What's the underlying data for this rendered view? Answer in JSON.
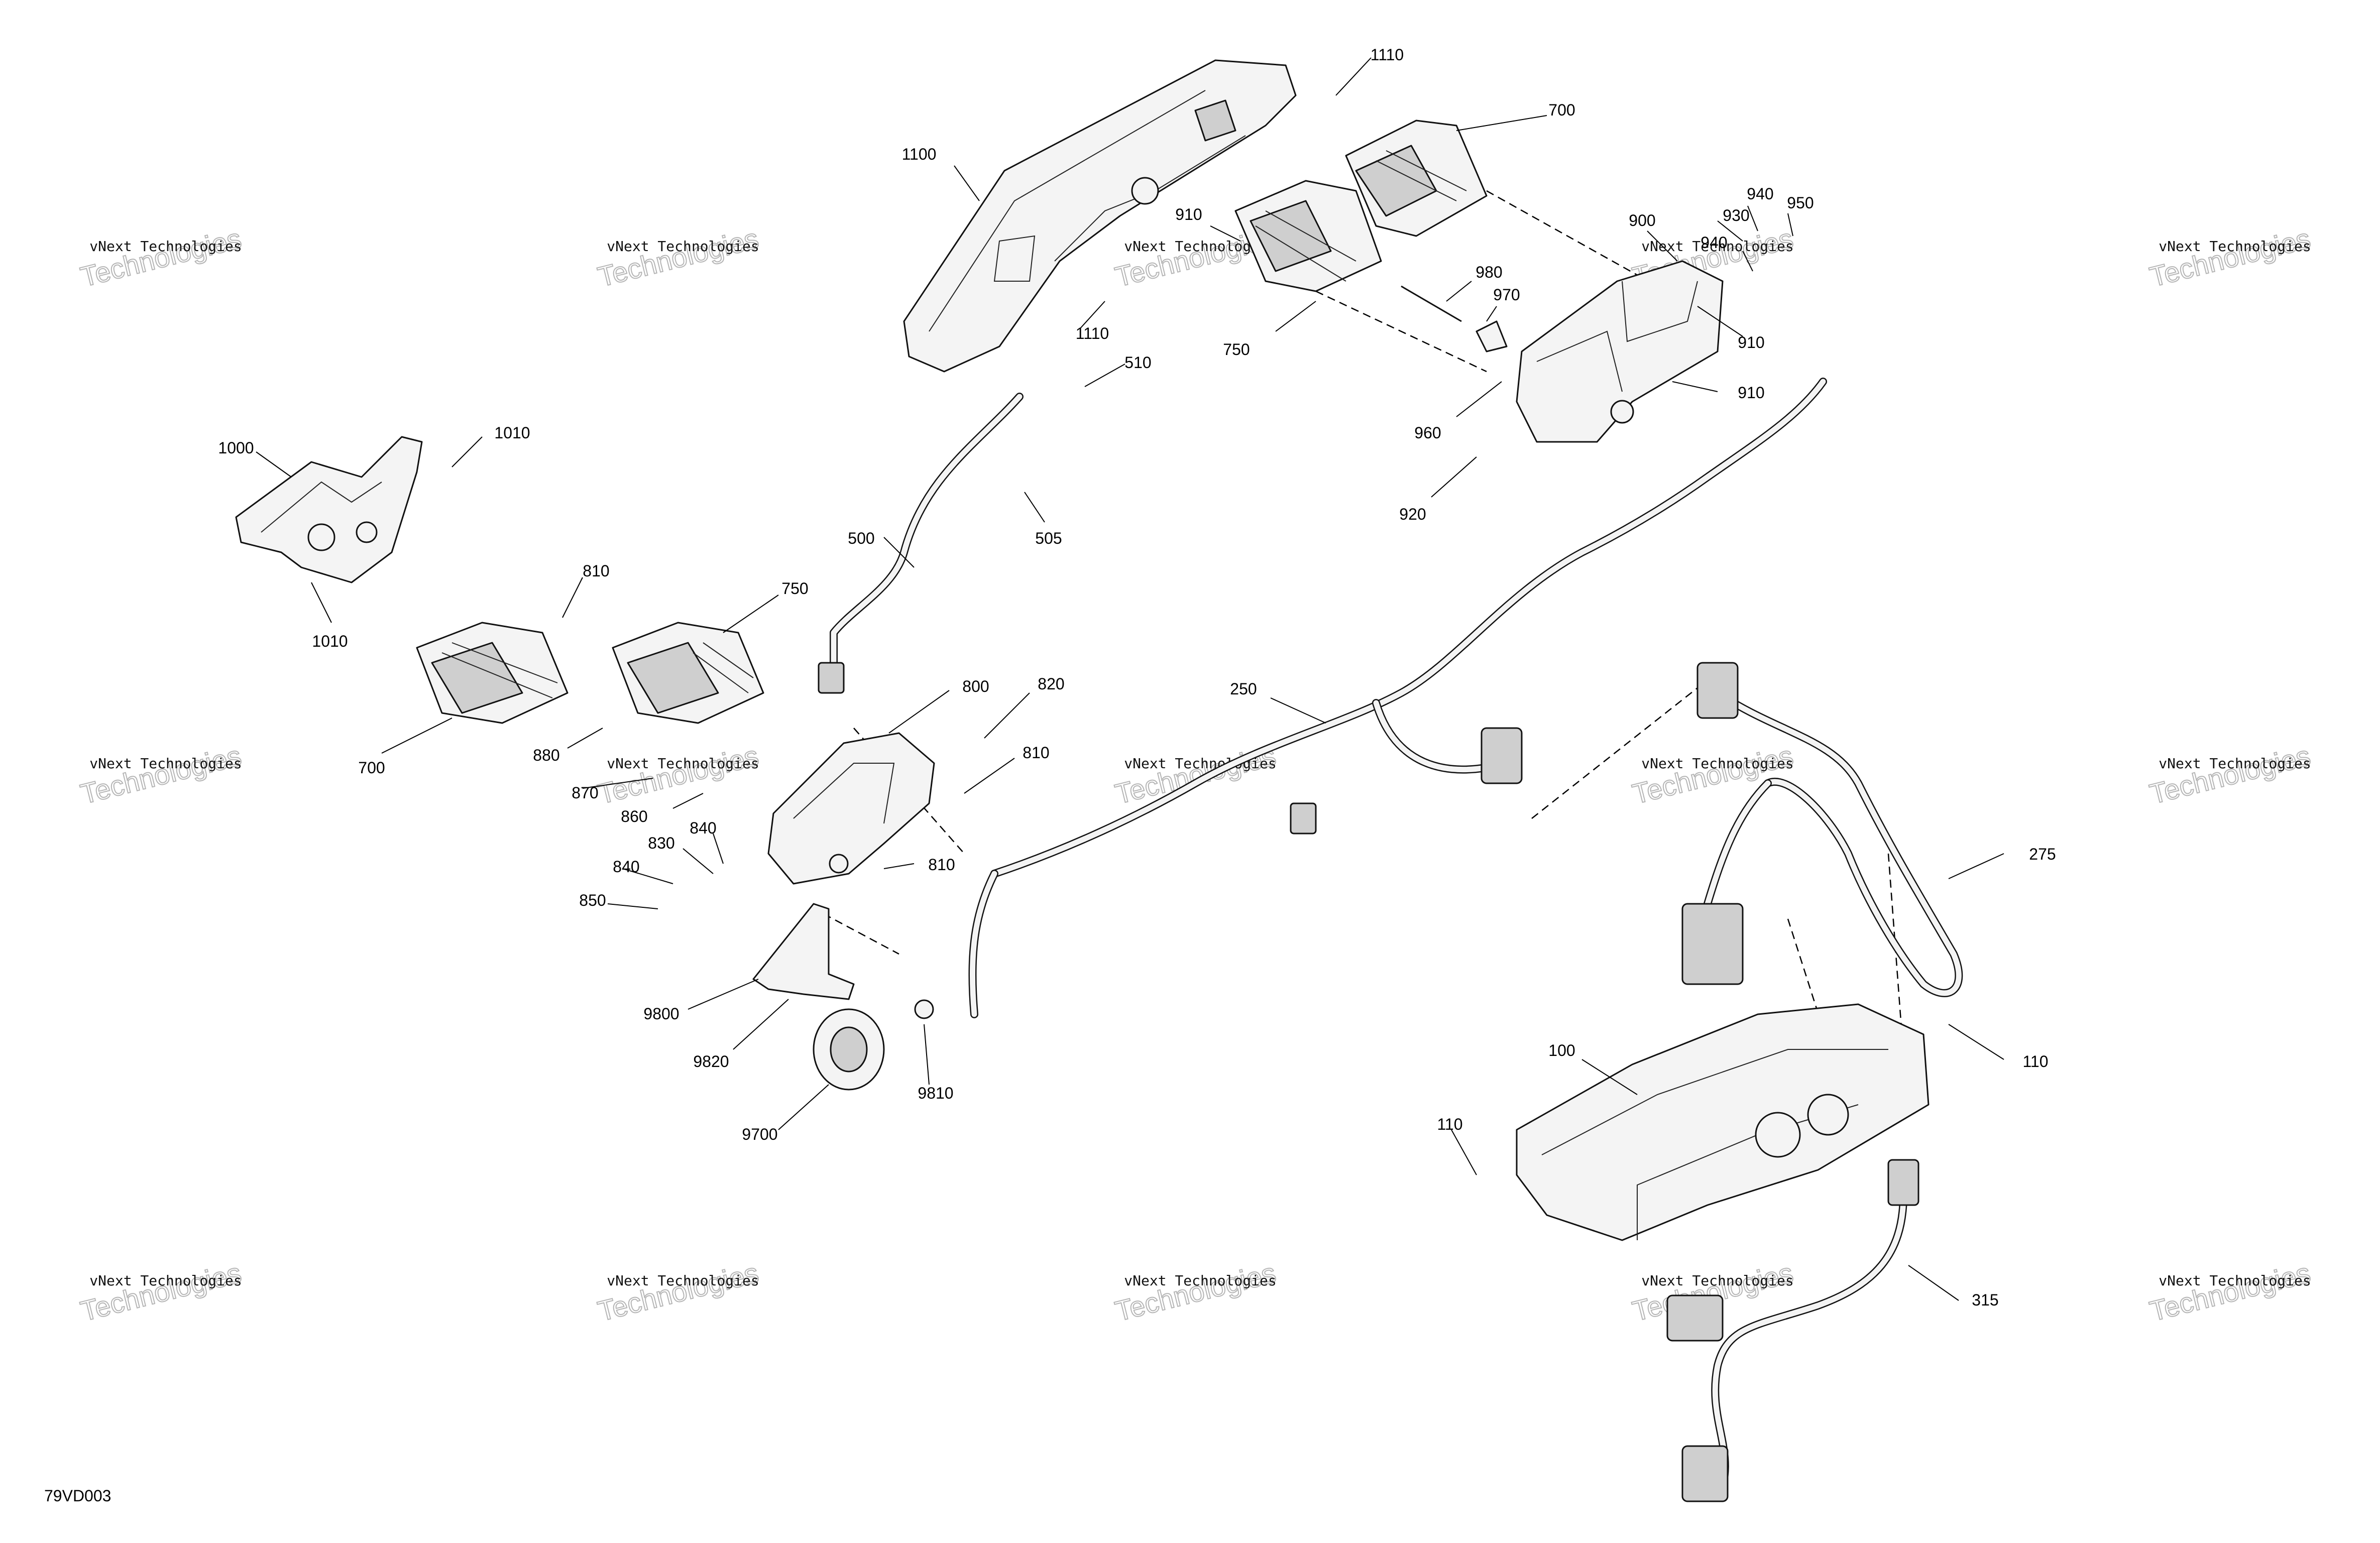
{
  "diagram": {
    "drawing_code": "79VD003",
    "watermark": {
      "line1": "vNext Technologies",
      "line2": "Technologies"
    },
    "callouts": [
      "1100",
      "1110",
      "1110",
      "700",
      "910",
      "940",
      "930",
      "950",
      "940",
      "900",
      "980",
      "970",
      "750",
      "910",
      "910",
      "960",
      "920",
      "510",
      "505",
      "500",
      "1000",
      "1010",
      "1010",
      "810",
      "750",
      "700",
      "880",
      "870",
      "860",
      "800",
      "820",
      "810",
      "830",
      "840",
      "840",
      "850",
      "810",
      "250",
      "9800",
      "9820",
      "9810",
      "9700",
      "275",
      "110",
      "100",
      "110",
      "315"
    ]
  }
}
